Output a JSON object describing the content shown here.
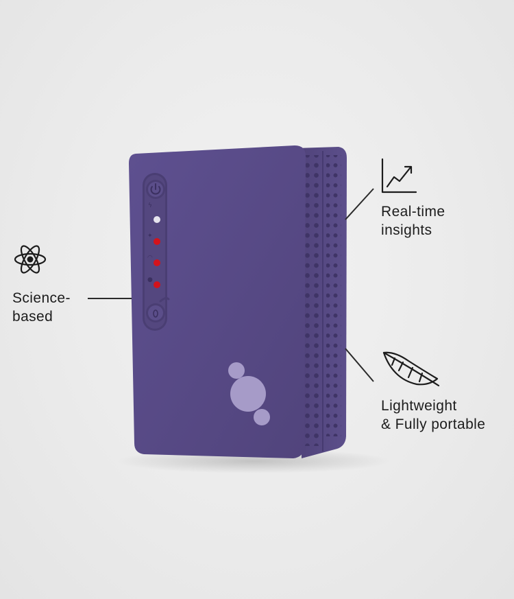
{
  "features": {
    "science": {
      "line1": "Science-",
      "line2": "based",
      "icon": "atom-icon"
    },
    "insights": {
      "line1": "Real-time",
      "line2": "insights",
      "icon": "trend-chart-icon"
    },
    "portable": {
      "line1": "Lightweight",
      "line2": "& Fully portable",
      "icon": "feather-icon"
    }
  },
  "device": {
    "color": "#584a86",
    "led_colors": [
      "#e6e4ee",
      "#d3131c",
      "#d3131c",
      "#d3131c"
    ],
    "led_icons": [
      "bolt-icon",
      "sparkle-icon",
      "wifi-icon",
      "drop-icon"
    ],
    "logo_color": "#a69bc8"
  },
  "colors": {
    "background": "#ebebeb",
    "text": "#1c1c1c"
  }
}
